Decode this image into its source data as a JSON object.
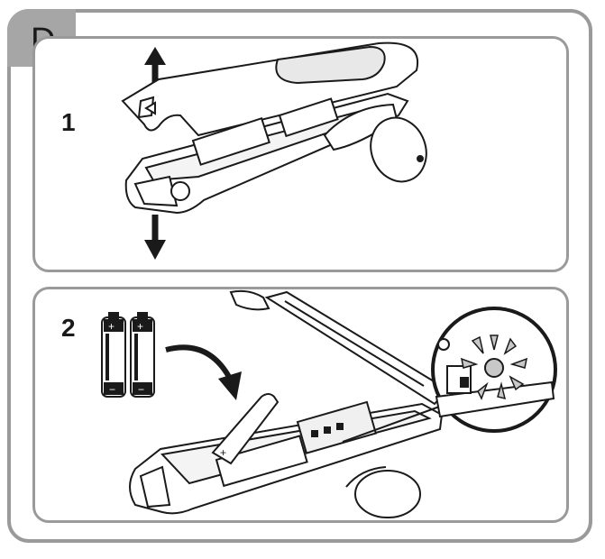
{
  "section_label": "D",
  "steps": [
    {
      "number": "1",
      "description_icons": [
        "arrow-up-icon",
        "arrow-down-icon",
        "open-lid-device"
      ]
    },
    {
      "number": "2",
      "description_icons": [
        "battery-icon",
        "battery-icon",
        "curved-arrow-icon",
        "led-blink-icon"
      ]
    }
  ],
  "battery_marks": {
    "plus": "+",
    "minus": "−"
  },
  "colors": {
    "frame": "#9a9a9a",
    "tab": "#a6a6a6",
    "ink": "#1a1a1a"
  }
}
